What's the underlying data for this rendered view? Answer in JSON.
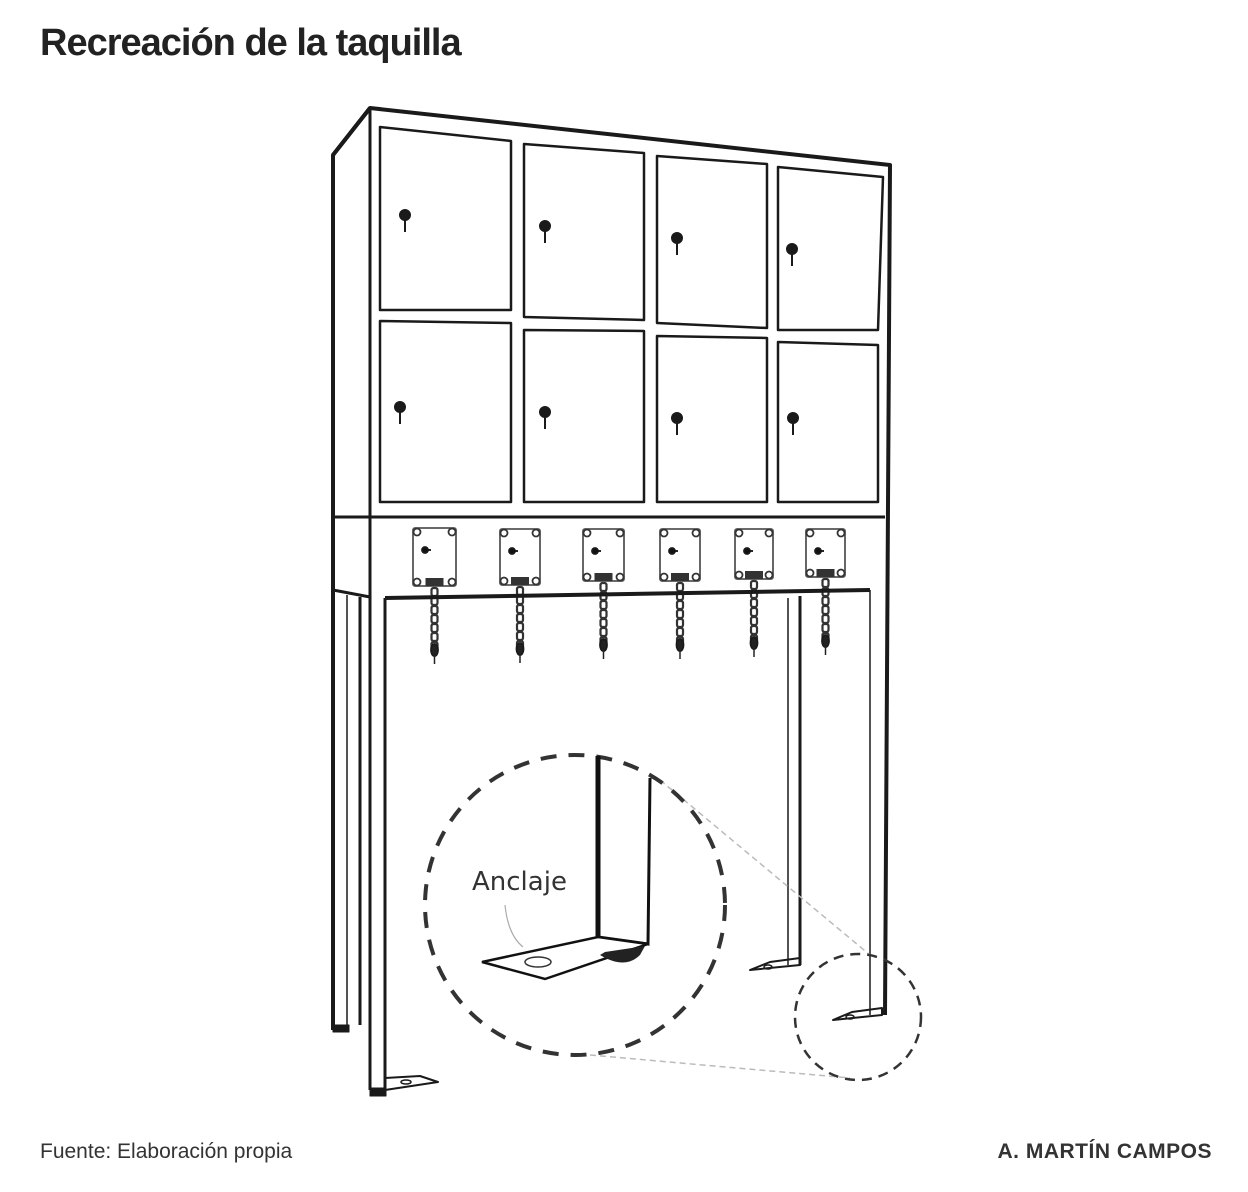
{
  "title": "Recreación de la taquilla",
  "annotation": "Anclaje",
  "source": "Fuente: Elaboración propia",
  "author": "A. MARTÍN CAMPOS",
  "illustration": {
    "doors": 8,
    "lockboxes": 6,
    "stroke_color": "#1a1a1a",
    "detail_color": "#333333"
  }
}
